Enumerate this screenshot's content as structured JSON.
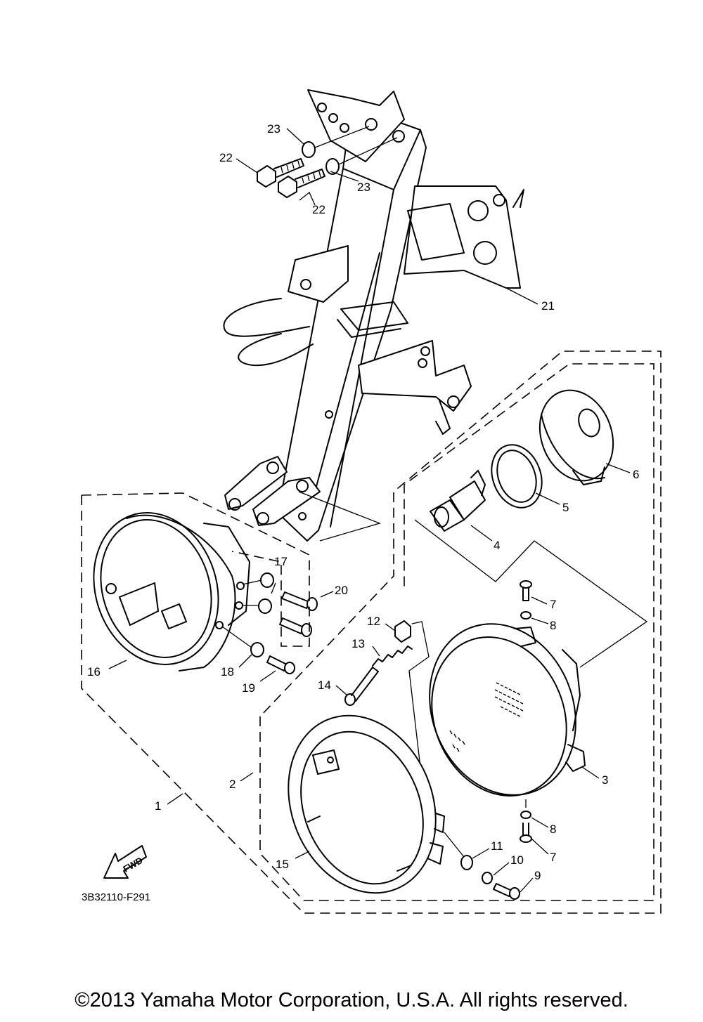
{
  "diagram": {
    "drawing_code": "3B32110-F291",
    "fwd_label": "FWD",
    "callouts": [
      "1",
      "2",
      "3",
      "4",
      "5",
      "6",
      "7",
      "7",
      "8",
      "8",
      "9",
      "10",
      "11",
      "12",
      "13",
      "14",
      "15",
      "16",
      "17",
      "18",
      "19",
      "20",
      "21",
      "22",
      "22",
      "23",
      "23"
    ]
  },
  "footer": {
    "copyright": "©2013 Yamaha Motor Corporation, U.S.A. All rights reserved."
  }
}
